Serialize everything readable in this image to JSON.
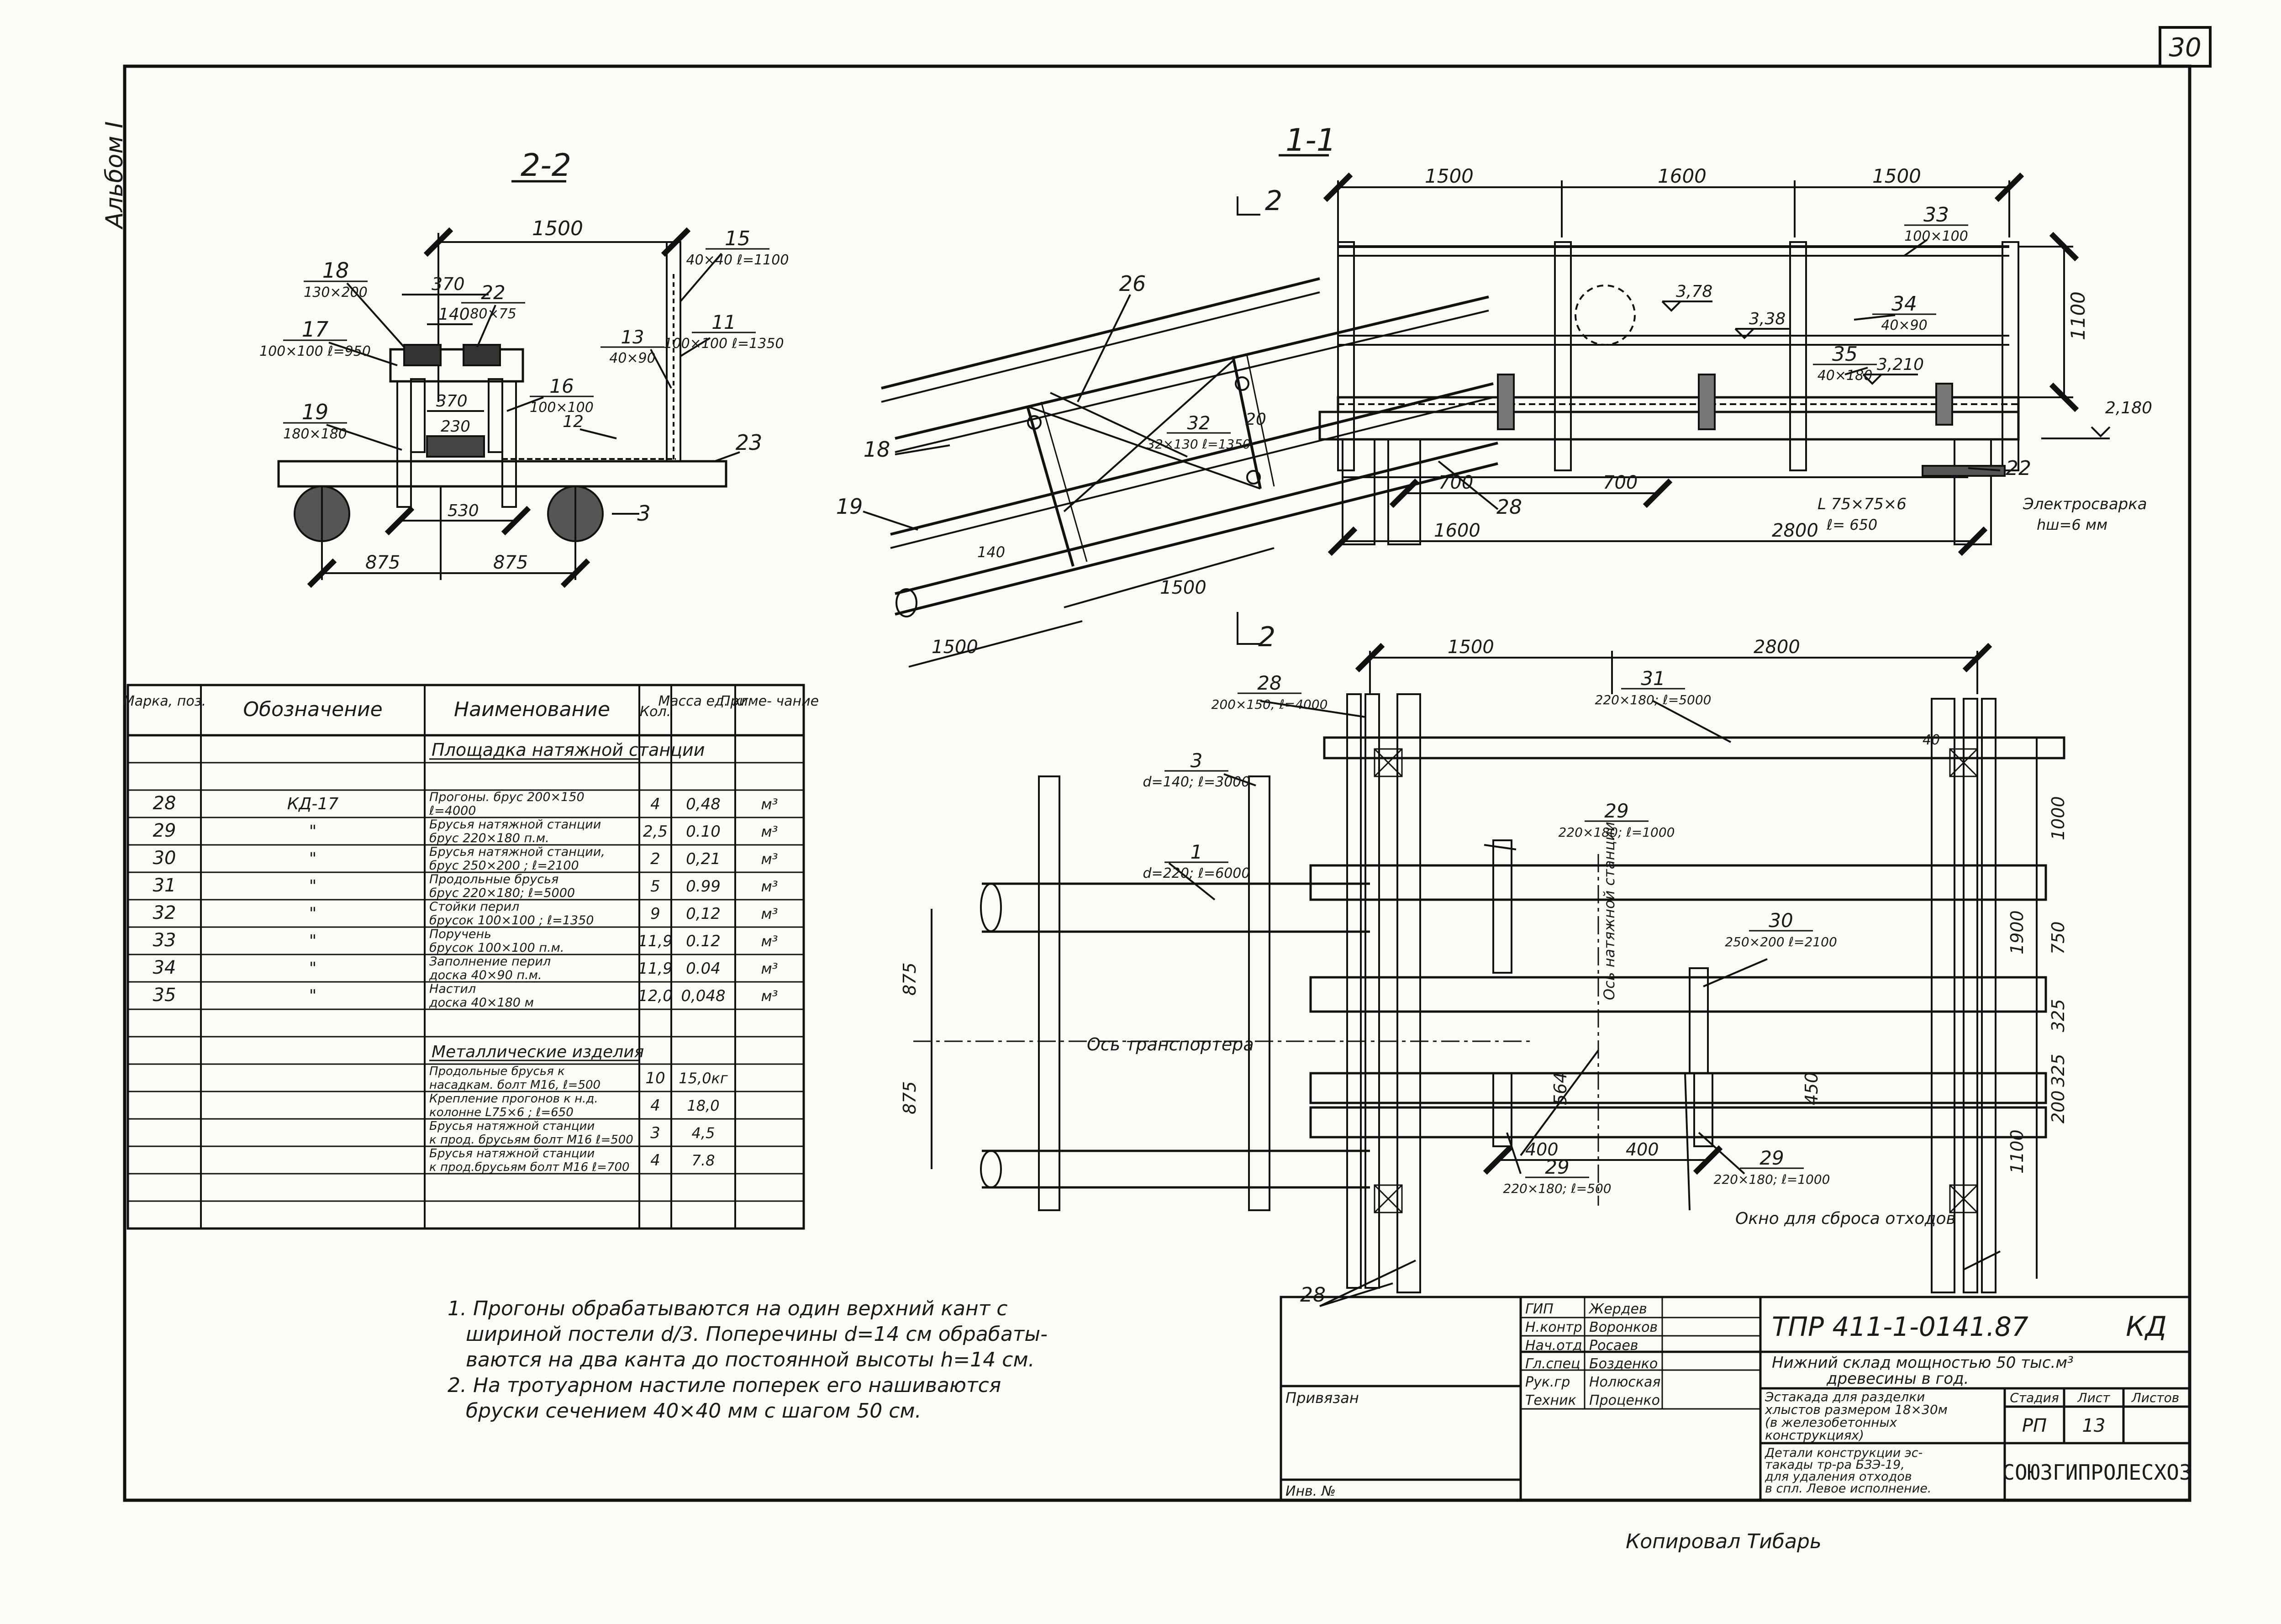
{
  "sheet": {
    "number": "30",
    "album": "Альбом I",
    "copied_by": "Копировал Тибарь"
  },
  "view22": {
    "title": "2-2",
    "dims": {
      "width": "1500",
      "a": "370",
      "b": "140",
      "c": "370",
      "d": "230",
      "e": "530",
      "f1": "875",
      "f2": "875"
    },
    "callouts": [
      {
        "pos": "18",
        "spec": "130×200"
      },
      {
        "pos": "22",
        "spec": "80×75"
      },
      {
        "pos": "17",
        "spec": "100×100 ℓ=950"
      },
      {
        "pos": "16",
        "spec": "100×100"
      },
      {
        "pos": "19",
        "spec": "180×180"
      },
      {
        "pos": "13",
        "spec": "40×90"
      },
      {
        "pos": "11",
        "spec": "100×100 ℓ=1350"
      },
      {
        "pos": "15",
        "spec": "40×40 ℓ=1100"
      },
      {
        "pos": "12",
        "spec": ""
      },
      {
        "pos": "23",
        "spec": ""
      },
      {
        "pos": "3",
        "spec": ""
      },
      {
        "pos": "2",
        "spec": ""
      }
    ]
  },
  "view11": {
    "title": "1-1",
    "section_mark": "2",
    "dims": {
      "d1": "1500",
      "d2": "1600",
      "d3": "1500",
      "h": "1100",
      "b1": "700",
      "b2": "700",
      "b3": "1600",
      "b4": "2800",
      "slope_1": "1500",
      "slope_2": "1500",
      "slope_3": "140"
    },
    "levels": {
      "l1": "3,78",
      "l2": "3,38",
      "l3": "3,210",
      "l4": "2,180"
    },
    "callouts": [
      {
        "pos": "33",
        "spec": "100×100"
      },
      {
        "pos": "34",
        "spec": "40×90"
      },
      {
        "pos": "35",
        "spec": "40×180"
      },
      {
        "pos": "26",
        "spec": ""
      },
      {
        "pos": "32",
        "spec": "32×130 ℓ=1350"
      },
      {
        "pos": "18",
        "spec": ""
      },
      {
        "pos": "19",
        "spec": ""
      },
      {
        "pos": "28",
        "spec": ""
      },
      {
        "pos": "22",
        "spec": ""
      },
      {
        "pos": "20",
        "spec": ""
      }
    ],
    "angle": "L 75×75×6",
    "angle_len": "ℓ= 650",
    "weld": "Электросварка",
    "weld_h": "hш=6 мм"
  },
  "plan": {
    "dims": {
      "top1": "1500",
      "top2": "2800",
      "r1": "1000",
      "r2": "1900",
      "r3": "750",
      "r4": "325",
      "r5": "325",
      "r6": "200",
      "r7": "1100",
      "l1": "875",
      "l2": "875",
      "m1": "564",
      "m2": "450",
      "m3": "400",
      "m4": "400"
    },
    "callouts": [
      {
        "pos": "28",
        "spec": "200×150; ℓ=4000"
      },
      {
        "pos": "31",
        "spec": "220×180; ℓ=5000"
      },
      {
        "pos": "3",
        "spec": "d=140; ℓ=3000"
      },
      {
        "pos": "1",
        "spec": "d=220; ℓ=6000"
      },
      {
        "pos": "29",
        "spec": "220×180; ℓ=1000"
      },
      {
        "pos": "30",
        "spec": "250×200 ℓ=2100"
      },
      {
        "pos": "29",
        "spec": "220×180; ℓ=1000"
      },
      {
        "pos": "29",
        "spec": "220×180; ℓ=500"
      },
      {
        "pos": "28",
        "spec": ""
      }
    ],
    "axis_transporter": "Ось транспортера",
    "axis_station": "Ось натяжной станции",
    "hole_label": "Окно для сброса отходов",
    "gap": "40"
  },
  "spec_table": {
    "headers": [
      "Марка, поз.",
      "Обозначение",
      "Наименование",
      "Кол.",
      "Масса ед. кг",
      "Приме- чание"
    ],
    "section1": "Площадка натяжной станции",
    "rows": [
      {
        "mark": "28",
        "code": "КД-17",
        "name1": "Прогоны. брус 200×150",
        "name2": "ℓ=4000",
        "qty": "4",
        "mass": "0,48",
        "unit": "м³"
      },
      {
        "mark": "29",
        "code": "\"",
        "name1": "Брусья натяжной станции",
        "name2": "брус 220×180 п.м.",
        "qty": "2,5",
        "mass": "0.10",
        "unit": "м³"
      },
      {
        "mark": "30",
        "code": "\"",
        "name1": "Брусья натяжной станции,",
        "name2": "брус 250×200 ; ℓ=2100",
        "qty": "2",
        "mass": "0,21",
        "unit": "м³"
      },
      {
        "mark": "31",
        "code": "\"",
        "name1": "Продольные брусья",
        "name2": "брус 220×180; ℓ=5000",
        "qty": "5",
        "mass": "0.99",
        "unit": "м³"
      },
      {
        "mark": "32",
        "code": "\"",
        "name1": "Стойки перил",
        "name2": "брусок 100×100 ; ℓ=1350",
        "qty": "9",
        "mass": "0,12",
        "unit": "м³"
      },
      {
        "mark": "33",
        "code": "\"",
        "name1": "Поручень",
        "name2": "брусок 100×100 п.м.",
        "qty": "11,9",
        "mass": "0.12",
        "unit": "м³"
      },
      {
        "mark": "34",
        "code": "\"",
        "name1": "Заполнение перил",
        "name2": "доска 40×90 п.м.",
        "qty": "11,9",
        "mass": "0.04",
        "unit": "м³"
      },
      {
        "mark": "35",
        "code": "\"",
        "name1": "Настил",
        "name2": "доска 40×180 м",
        "qty": "12,0",
        "mass": "0,048",
        "unit": "м³"
      }
    ],
    "section2": "Металлические изделия",
    "metal": [
      {
        "name1": "Продольные брусья к",
        "name2": "насадкам. болт М16, ℓ=500",
        "qty": "10",
        "mass": "15,0кг"
      },
      {
        "name1": "Крепление прогонов к н.д.",
        "name2": "колонне L75×6 ; ℓ=650",
        "qty": "4",
        "mass": "18,0"
      },
      {
        "name1": "Брусья натяжной станции",
        "name2": "к прод. брусьям болт М16 ℓ=500",
        "qty": "3",
        "mass": "4,5"
      },
      {
        "name1": "Брусья натяжной станции",
        "name2": "к прод.брусьям болт М16 ℓ=700",
        "qty": "4",
        "mass": "7.8"
      }
    ]
  },
  "notes": [
    "1. Прогоны обрабатываются на один верхний кант с",
    "шириной постели d/3. Поперечины d=14 см обрабаты-",
    "ваются на два канта до постоянной высоты h=14 см.",
    "2. На тротуарном настиле поперек его нашиваются",
    "бруски сечением 40×40 мм с шагом 50 см."
  ],
  "title_block": {
    "code": "ТПР 411-1-0141.87",
    "mark": "КД",
    "roles": [
      {
        "role": "ГИП",
        "name": "Жердев"
      },
      {
        "role": "Н.контр",
        "name": "Воронков"
      },
      {
        "role": "Нач.отд",
        "name": "Росаев"
      },
      {
        "role": "Гл.спец",
        "name": "Бозденко"
      },
      {
        "role": "Рук.гр",
        "name": "Нолюская"
      },
      {
        "role": "Техник",
        "name": "Проценко"
      }
    ],
    "object": [
      "Нижний склад мощностью 50 тыс.м³",
      "древесины в год."
    ],
    "sheet_desc": [
      "Эстакада для разделки",
      "хлыстов размером 18×30м",
      "(в железобетонных",
      "конструкциях)"
    ],
    "details": [
      "Детали конструкции эс-",
      "такады тр-ра БЗЭ-19,",
      "для удаления отходов",
      "в спл. Левое исполнение."
    ],
    "stage_h": "Стадия",
    "sheet_h": "Лист",
    "sheets_h": "Листов",
    "stage": "РП",
    "sheet": "13",
    "sheets": "",
    "org": "СОЮЗГИПРОЛЕСХОЗ",
    "privyazan": "Привязан",
    "inv": "Инв. №"
  }
}
